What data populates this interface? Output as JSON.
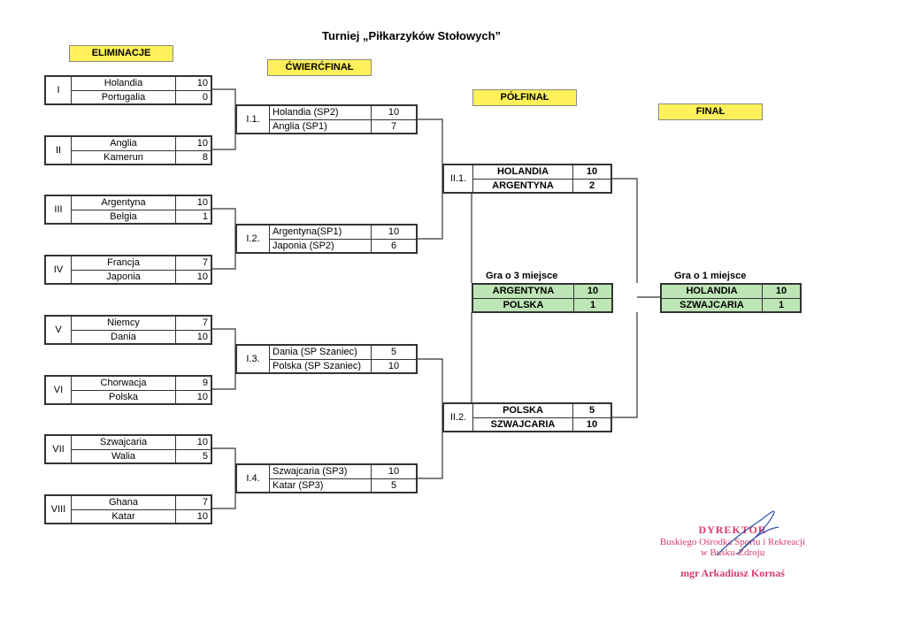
{
  "title": "Turniej „Piłkarzyków Stołowych”",
  "stages": {
    "elim": "ELIMINACJE",
    "quarter": "ĆWIERĆFINAŁ",
    "semi": "PÓŁFINAŁ",
    "final": "FINAŁ"
  },
  "elim": [
    {
      "label": "I",
      "t1": "Holandia",
      "s1": "10",
      "t2": "Portugalia",
      "s2": "0"
    },
    {
      "label": "II",
      "t1": "Anglia",
      "s1": "10",
      "t2": "Kamerun",
      "s2": "8"
    },
    {
      "label": "III",
      "t1": "Argentyna",
      "s1": "10",
      "t2": "Belgia",
      "s2": "1"
    },
    {
      "label": "IV",
      "t1": "Francja",
      "s1": "7",
      "t2": "Japonia",
      "s2": "10"
    },
    {
      "label": "V",
      "t1": "Niemcy",
      "s1": "7",
      "t2": "Dania",
      "s2": "10"
    },
    {
      "label": "VI",
      "t1": "Chorwacja",
      "s1": "9",
      "t2": "Polska",
      "s2": "10"
    },
    {
      "label": "VII",
      "t1": "Szwajcaria",
      "s1": "10",
      "t2": "Walia",
      "s2": "5"
    },
    {
      "label": "VIII",
      "t1": "Ghana",
      "s1": "7",
      "t2": "Katar",
      "s2": "10"
    }
  ],
  "quarter": [
    {
      "label": "I.1.",
      "t1": "Holandia (SP2)",
      "s1": "10",
      "t2": "Anglia (SP1)",
      "s2": "7"
    },
    {
      "label": "I.2.",
      "t1": "Argentyna(SP1)",
      "s1": "10",
      "t2": "Japonia (SP2)",
      "s2": "6"
    },
    {
      "label": "I.3.",
      "t1": "Dania (SP Szaniec)",
      "s1": "5",
      "t2": "Polska (SP Szaniec)",
      "s2": "10"
    },
    {
      "label": "I.4.",
      "t1": "Szwajcaria (SP3)",
      "s1": "10",
      "t2": "Katar (SP3)",
      "s2": "5"
    }
  ],
  "semi": [
    {
      "label": "II.1.",
      "t1": "HOLANDIA",
      "s1": "10",
      "t2": "ARGENTYNA",
      "s2": "2"
    },
    {
      "label": "II.2.",
      "t1": "POLSKA",
      "s1": "5",
      "t2": "SZWAJCARIA",
      "s2": "10"
    }
  ],
  "third": {
    "caption": "Gra o 3 miejsce",
    "t1": "ARGENTYNA",
    "s1": "10",
    "t2": "POLSKA",
    "s2": "1"
  },
  "first": {
    "caption": "Gra o 1 miejsce",
    "t1": "HOLANDIA",
    "s1": "10",
    "t2": "SZWAJCARIA",
    "s2": "1"
  },
  "stamp": {
    "line1": "DYREKTOR",
    "line2": "Buskiego Ośrodka Sportu i Rekreacji",
    "line3": "w Busku-Zdroju",
    "line4": "mgr Arkadiusz Kornaś"
  },
  "colors": {
    "stage_bg": "#fff15a",
    "medal_bg": "#bde5b5",
    "stamp": "#d63a6a"
  }
}
